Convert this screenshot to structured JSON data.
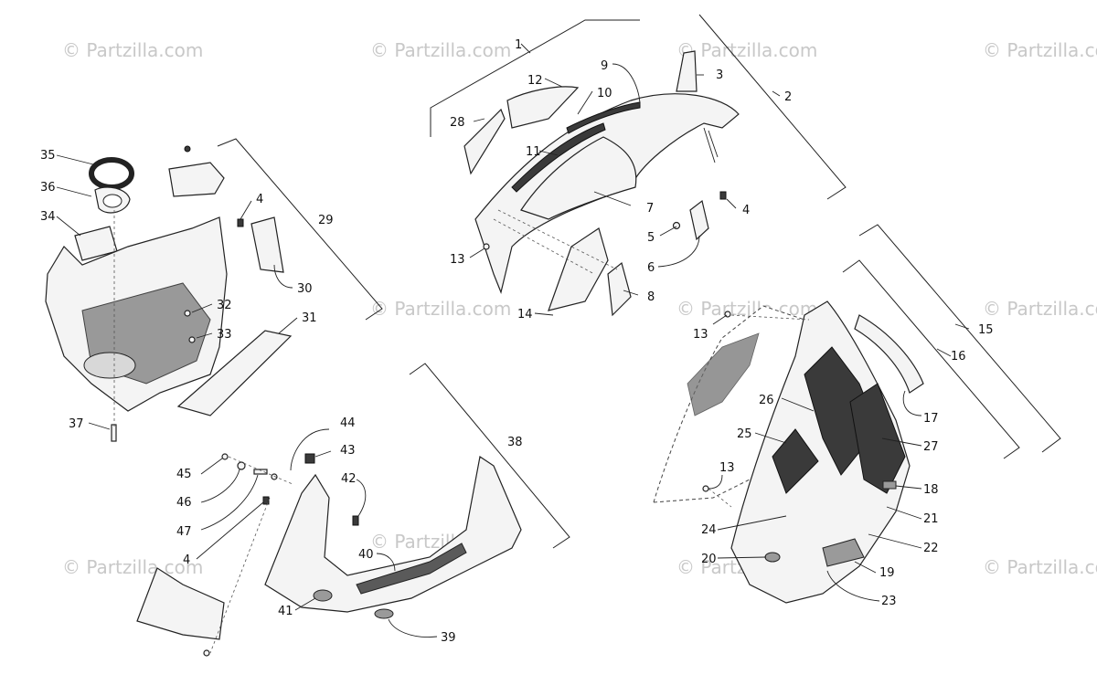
{
  "watermark": {
    "text": "© Partzilla.com"
  },
  "callouts": {
    "c1": "1",
    "c2": "2",
    "c3": "3",
    "c4a": "4",
    "c4b": "4",
    "c4c": "4",
    "c5": "5",
    "c6": "6",
    "c7": "7",
    "c8": "8",
    "c9": "9",
    "c10": "10",
    "c11": "11",
    "c12": "12",
    "c13a": "13",
    "c13b": "13",
    "c13c": "13",
    "c14": "14",
    "c15": "15",
    "c16": "16",
    "c17": "17",
    "c18": "18",
    "c19": "19",
    "c20": "20",
    "c21": "21",
    "c22": "22",
    "c23": "23",
    "c24": "24",
    "c25": "25",
    "c26": "26",
    "c27": "27",
    "c28": "28",
    "c29": "29",
    "c30": "30",
    "c31": "31",
    "c32": "32",
    "c33": "33",
    "c34": "34",
    "c35": "35",
    "c36": "36",
    "c37": "37",
    "c38": "38",
    "c39": "39",
    "c40": "40",
    "c41": "41",
    "c42": "42",
    "c43": "43",
    "c44": "44",
    "c45": "45",
    "c46": "46",
    "c47": "47"
  }
}
